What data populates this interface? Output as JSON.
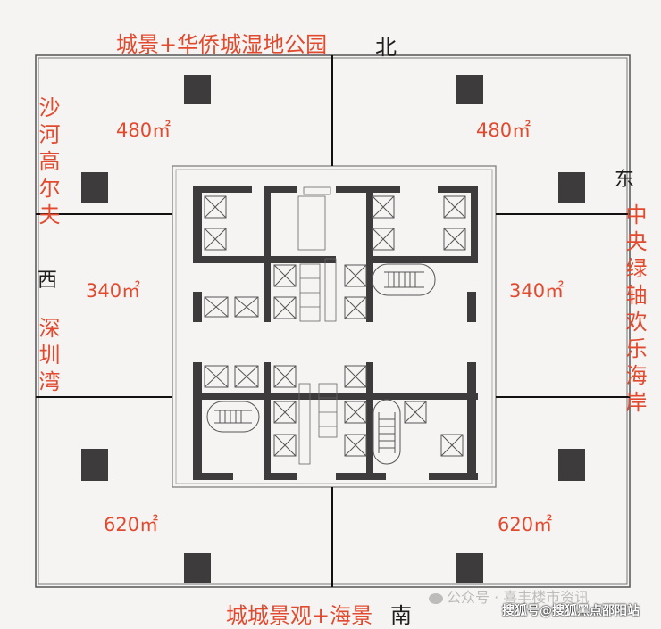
{
  "colors": {
    "label_red": "#e24a2f",
    "wall": "#3d3b3b",
    "line": "#444444",
    "background": "#f6f4f2"
  },
  "labels": {
    "north_view": "城景+华侨城湿地公园",
    "north": "北",
    "west_view_top": "沙河高尔夫",
    "west": "西",
    "west_view_bottom": "深圳湾",
    "east": "东",
    "east_view": "中央绿轴欢乐海岸",
    "south_view": "城城景观+海景",
    "south": "南"
  },
  "areas": {
    "north_west": "480㎡",
    "north_east": "480㎡",
    "west": "340㎡",
    "east": "340㎡",
    "south_west": "620㎡",
    "south_east": "620㎡"
  },
  "watermarks": {
    "wechat": "公众号 · 喜丰楼市资讯",
    "sohu": "搜狐号@搜狐黑点邵阳站"
  }
}
